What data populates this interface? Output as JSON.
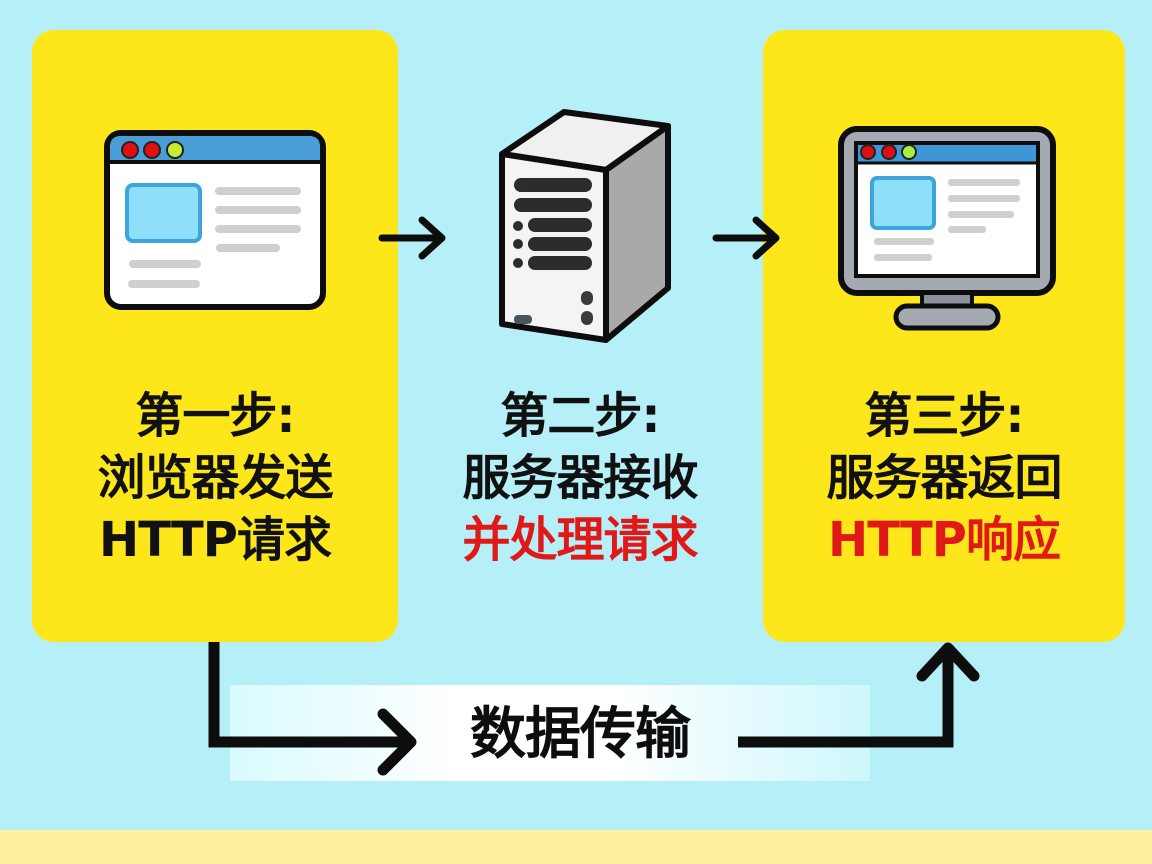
{
  "colors": {
    "background": "#b5f0f8",
    "card_yellow": "#fde61a",
    "bottom_strip": "#fdf0a0",
    "text_black": "#111111",
    "text_red": "#e01818",
    "browser_titlebar": "#4a9ed8",
    "browser_image": "#8ee0fa"
  },
  "steps": [
    {
      "icon": "browser-window-icon",
      "title": "第一步:",
      "line2": "浏览器发送",
      "line3": "HTTP请求",
      "line3_color": "black"
    },
    {
      "icon": "server-tower-icon",
      "title": "第二步:",
      "line2": "服务器接收",
      "line3": "并处理请求",
      "line3_color": "red"
    },
    {
      "icon": "monitor-icon",
      "title": "第三步:",
      "line2": "服务器返回",
      "line3": "HTTP响应",
      "line3_color": "red"
    }
  ],
  "transfer": {
    "label": "数据传输"
  },
  "arrows": [
    {
      "from": "step1",
      "to": "step2",
      "direction": "right"
    },
    {
      "from": "step2",
      "to": "step3",
      "direction": "right"
    },
    {
      "from": "step1",
      "to": "transfer",
      "direction": "down-right"
    },
    {
      "from": "transfer",
      "to": "step3",
      "direction": "right-up"
    }
  ]
}
